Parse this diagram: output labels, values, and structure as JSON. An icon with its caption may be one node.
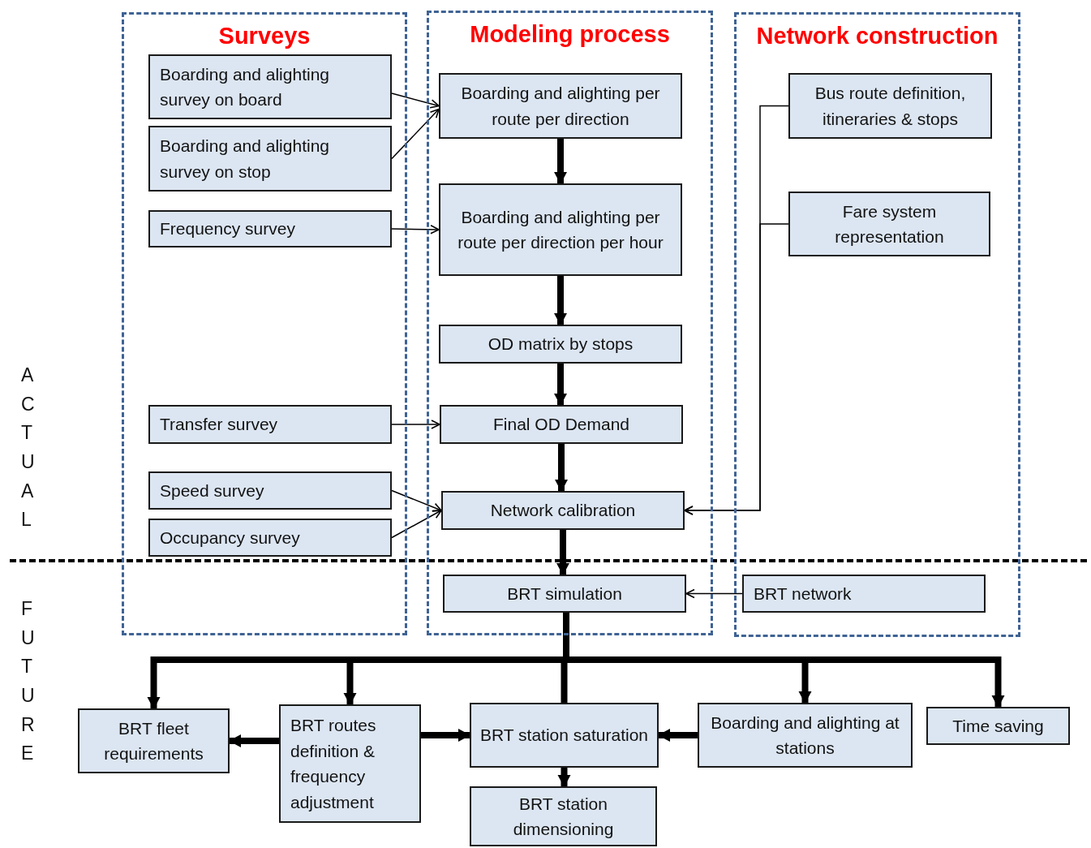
{
  "diagram": {
    "nodes": [
      {
        "text": [
          "Surveys"
        ]
      },
      {
        "text": [
          "Modeling process"
        ]
      },
      {
        "text": [
          "Network construction"
        ]
      },
      {
        "text": [
          "Boarding and alighting survey on board"
        ],
        "in": 0
      },
      {
        "text": [
          "Boarding and alighting survey on stop"
        ],
        "in": 0
      },
      {
        "text": [
          "Frequency survey"
        ],
        "in": 0
      },
      {
        "text": [
          "Transfer survey"
        ],
        "in": 0
      },
      {
        "text": [
          "Speed  survey"
        ],
        "in": 0
      },
      {
        "text": [
          "Occupancy  survey"
        ],
        "in": 0
      },
      {
        "text": [
          "Boarding and alighting per route per direction"
        ],
        "in": 1
      },
      {
        "text": [
          "Boarding and alighting per route per direction per hour"
        ],
        "in": 1
      },
      {
        "text": [
          "OD matrix by stops"
        ],
        "in": 1
      },
      {
        "text": [
          "Final OD Demand"
        ],
        "in": 1
      },
      {
        "text": [
          "Network calibration"
        ],
        "in": 1
      },
      {
        "text": [
          "BRT simulation"
        ],
        "in": 1
      },
      {
        "text": [
          "Bus route definition, itineraries & stops"
        ],
        "in": 2
      },
      {
        "text": [
          "Fare system representation"
        ],
        "in": 2
      },
      {
        "text": [
          "BRT network"
        ],
        "in": 2
      },
      {
        "text": [
          "BRT fleet requirements"
        ]
      },
      {
        "text": [
          "BRT routes definition & frequency adjustment"
        ]
      },
      {
        "text": [
          "BRT station saturation"
        ]
      },
      {
        "text": [
          "Boarding and alighting at stations"
        ]
      },
      {
        "text": [
          "Time saving"
        ]
      },
      {
        "text": [
          "BRT station dimensioning"
        ]
      }
    ],
    "edges": [
      {
        "from": 3,
        "to": 9,
        "arrow": "to"
      },
      {
        "from": 4,
        "to": 9,
        "arrow": "to"
      },
      {
        "from": 5,
        "to": 10,
        "arrow": "to"
      },
      {
        "from": 9,
        "to": 10,
        "arrow": "to"
      },
      {
        "from": 10,
        "to": 11,
        "arrow": "to"
      },
      {
        "from": 11,
        "to": 12,
        "arrow": "to"
      },
      {
        "from": 6,
        "to": 12,
        "arrow": "to"
      },
      {
        "from": 12,
        "to": 13,
        "arrow": "to"
      },
      {
        "from": 7,
        "to": 13,
        "arrow": "to"
      },
      {
        "from": 8,
        "to": 13,
        "arrow": "to"
      },
      {
        "from": 15,
        "to": 13,
        "arrow": "to"
      },
      {
        "from": 16,
        "to": 13,
        "arrow": "to"
      },
      {
        "from": 13,
        "to": 14,
        "arrow": "to"
      },
      {
        "from": 17,
        "to": 14,
        "arrow": "to"
      },
      {
        "from": 14,
        "to": 18,
        "arrow": "to"
      },
      {
        "from": 14,
        "to": 19,
        "arrow": "to"
      },
      {
        "from": 14,
        "to": 20,
        "arrow": "none"
      },
      {
        "from": 14,
        "to": 21,
        "arrow": "to"
      },
      {
        "from": 14,
        "to": 22,
        "arrow": "to"
      },
      {
        "from": 19,
        "to": 18,
        "arrow": "to"
      },
      {
        "from": 19,
        "to": 20,
        "arrow": "to"
      },
      {
        "from": 21,
        "to": 20,
        "arrow": "to"
      },
      {
        "from": 20,
        "to": 23,
        "arrow": "to"
      }
    ],
    "labels": [
      "ACTUAL",
      "FUTURE"
    ]
  }
}
